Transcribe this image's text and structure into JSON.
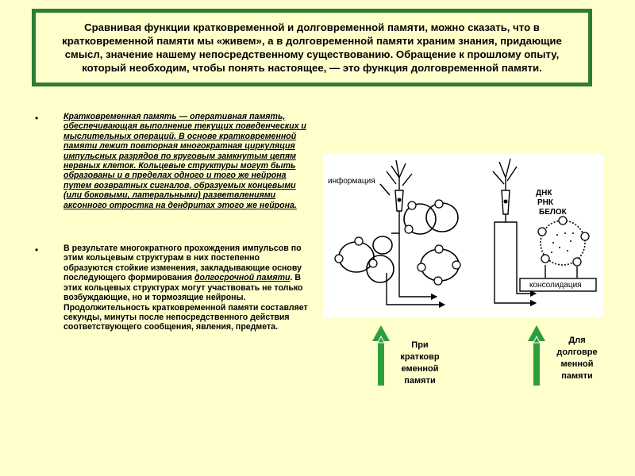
{
  "header": {
    "text": "Сравнивая функции кратковременной и долговременной памяти, можно сказать, что в кратковременной памяти мы «живем», а в долговременной памяти храним знания, придающие смысл, значение нашему непосредственному существованию. Обращение к прошлому опыту, который необходим, чтобы понять настоящее, — это функция долговременной памяти."
  },
  "bullets": {
    "first": "Кратковременная память — оперативная память, обеспечивающая выполнение текущих поведенческих и мыслительных операций. В основе кратковременной памяти лежит повторная многократная циркуляция импульсных разрядов по круговым замкнутым цепям нервных клеток. Кольцевые структуры могут быть образованы и в пределах одного и того же нейрона путем возвратных сигналов, образуемых концевыми (или боковыми, латеральными) разветвлениями аксонного отростка на дендритах этого же нейрона.",
    "second_before": "В результате многократного прохождения импульсов по этим кольцевым структурам в них постепенно образуются стойкие изменения, закладывающие основу последующего формирования ",
    "second_em": "долгосрочной памяти",
    "second_after": ". В этих кольцевых структурах могут участвовать не только возбуждающие, но и тормозящие нейроны. Продолжительность кратковременной памяти составляет секунды, минуты после непосредственного действия соответствующего сообщения, явления, предмета."
  },
  "figure": {
    "info_label": "информация",
    "dna_label": "ДНК",
    "rna_label": "РНК",
    "protein_label": "БЕЛОК",
    "consolidation_label": "консолидация"
  },
  "captions": {
    "short_term": [
      "При",
      "кратковр",
      "еменной",
      "памяти"
    ],
    "long_term": [
      "Для",
      "долговре",
      "менной",
      "памяти"
    ]
  },
  "colors": {
    "frame_green": "#2e7d32",
    "arrow_green": "#2e9e3a",
    "background": "#ffffcc"
  }
}
